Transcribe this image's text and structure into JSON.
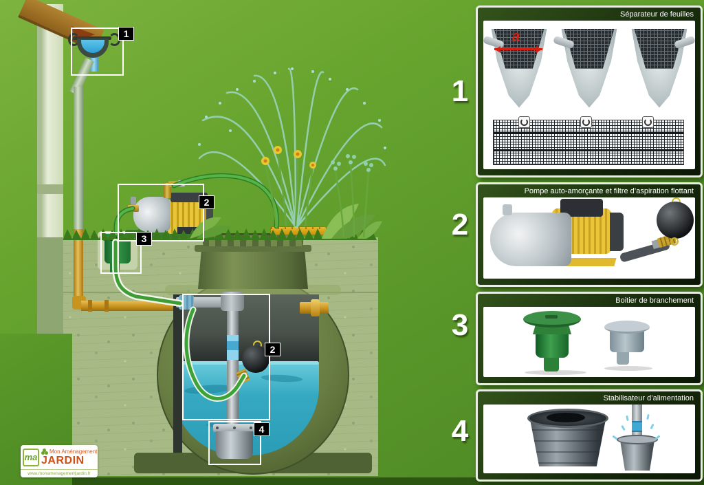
{
  "panels": [
    {
      "number": "1",
      "title": "Séparateur de feuilles",
      "dim_label": "a"
    },
    {
      "number": "2",
      "title": "Pompe auto-amorçante et filtre d’aspiration flottant"
    },
    {
      "number": "3",
      "title": "Boitier de branchement"
    },
    {
      "number": "4",
      "title": "Stabilisateur d’alimentation"
    }
  ],
  "markers": {
    "box1": "1",
    "box2": "2",
    "box3": "3",
    "box2b": "2",
    "box4": "4"
  },
  "logo": {
    "monogram": "ma",
    "brand_top": "Mon Aménagement",
    "brand_main": "JARDIN",
    "website": "www.monamenagementjardin.fr"
  },
  "colors": {
    "background_green": "#63a02c",
    "soil": "#a7ba85",
    "tank_olive": "#687d42",
    "water_blue": "#3cb4cd",
    "pipe_orange": "#cf9427",
    "hose_green": "#3f9c35",
    "logo_orange": "#d14e15",
    "panel_frame": "#16290b"
  }
}
